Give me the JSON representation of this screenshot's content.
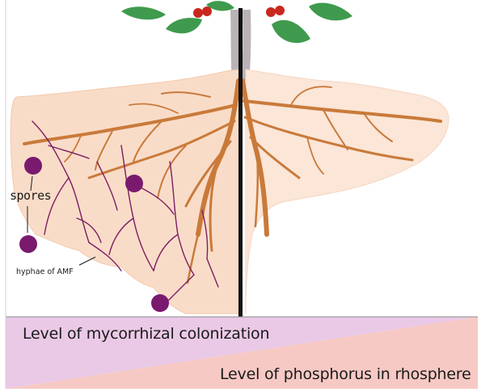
{
  "labels": {
    "spores": "spores",
    "hyphae": "hyphae of AMF",
    "mycorrhizal_level": "Level of mycorrhizal colonization",
    "phosphorus_level": "Level of phosphorus in rhosphere"
  },
  "colors": {
    "soil": "#f9dcc8",
    "soil_edge": "#f3c9ad",
    "root": "#c97a3a",
    "root_light": "#d8925a",
    "hyphae": "#7b1e63",
    "spore": "#7a1a6e",
    "leaf": "#3f9a4d",
    "leaf_dark": "#2f7a3b",
    "fruit": "#c8281e",
    "stem": "#b9b3b8",
    "divider": "#111111",
    "band_mycorrhizal": "#eac9e6",
    "band_phosphorus": "#f7c9c4"
  }
}
